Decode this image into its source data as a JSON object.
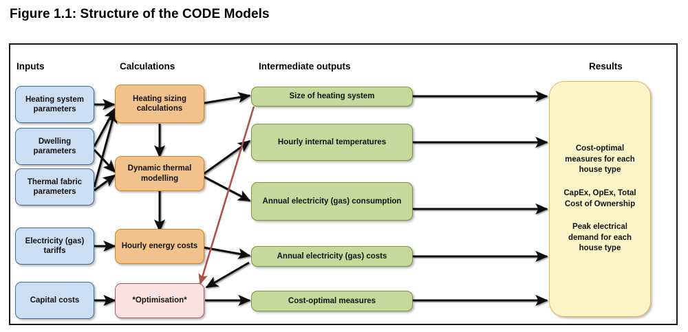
{
  "figure": {
    "title": "Figure 1.1: Structure of the CODE Models"
  },
  "columns": [
    {
      "id": "inputs",
      "label": "Inputs"
    },
    {
      "id": "calcs",
      "label": "Calculations"
    },
    {
      "id": "outputs",
      "label": "Intermediate outputs"
    },
    {
      "id": "results",
      "label": "Results"
    }
  ],
  "inputs": [
    {
      "id": "heating-system-parameters",
      "label": "Heating system parameters"
    },
    {
      "id": "dwelling-parameters",
      "label": "Dwelling parameters"
    },
    {
      "id": "thermal-fabric-parameters",
      "label": "Thermal fabric parameters"
    },
    {
      "id": "electricity-gas-tariffs",
      "label": "Electricity (gas) tariffs"
    },
    {
      "id": "capital-costs",
      "label": "Capital costs"
    }
  ],
  "calculations": [
    {
      "id": "heating-sizing-calculations",
      "label": "Heating sizing calculations",
      "kind": "calc"
    },
    {
      "id": "dynamic-thermal-modelling",
      "label": "Dynamic thermal modelling",
      "kind": "calc"
    },
    {
      "id": "hourly-energy-costs",
      "label": "Hourly energy costs",
      "kind": "calc"
    },
    {
      "id": "optimisation",
      "label": "*Optimisation*",
      "kind": "opt"
    }
  ],
  "intermediate_outputs": [
    {
      "id": "size-of-heating-system",
      "label": "Size of heating system"
    },
    {
      "id": "hourly-internal-temperatures",
      "label": "Hourly internal temperatures"
    },
    {
      "id": "annual-electricity-gas-consumption",
      "label": "Annual  electricity (gas) consumption"
    },
    {
      "id": "annual-electricity-gas-costs",
      "label": "Annual  electricity (gas) costs"
    },
    {
      "id": "cost-optimal-measures",
      "label": "Cost-optimal measures"
    }
  ],
  "results": {
    "blocks": [
      "Cost-optimal measures for each house type",
      "CapEx, OpEx, Total Cost of Ownership",
      "Peak electrical demand for each house type"
    ]
  },
  "colors": {
    "input_fill": "#ccdff2",
    "input_border": "#3f6b9b",
    "calc_fill": "#f2c28c",
    "calc_border": "#d9821e",
    "optimisation_fill": "#f9e2e1",
    "optimisation_border": "#a85a5a",
    "output_fill": "#c6d89c",
    "output_border": "#7b9340",
    "results_fill": "#fdf4c8",
    "results_border": "#e8b94b",
    "arrow_black": "#111111",
    "arrow_red": "#b0504a",
    "frame_border": "#1a1a1a"
  }
}
